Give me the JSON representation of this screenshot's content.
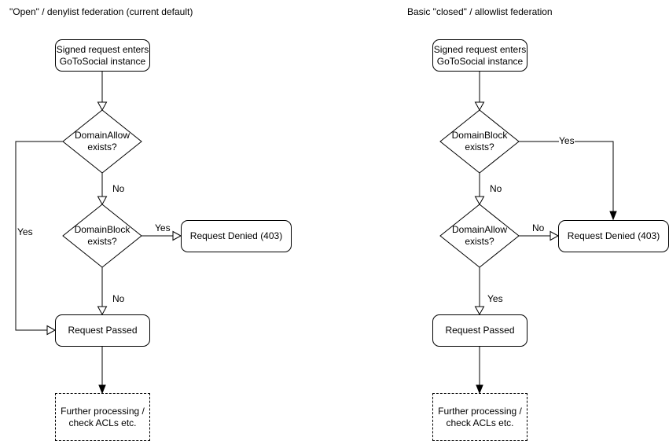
{
  "left": {
    "title": "\"Open\" / denylist federation (current default)",
    "nodes": {
      "start": "Signed request enters\nGoToSocial instance",
      "domain_allow": "DomainAllow\nexists?",
      "domain_block": "DomainBlock\nexists?",
      "denied": "Request Denied (403)",
      "passed": "Request Passed",
      "further": "Further processing /\ncheck ACLs etc."
    },
    "labels": {
      "allow_no": "No",
      "allow_yes": "Yes",
      "block_yes": "Yes",
      "block_no": "No"
    }
  },
  "right": {
    "title": "Basic \"closed\" / allowlist federation",
    "nodes": {
      "start": "Signed request enters\nGoToSocial instance",
      "domain_block": "DomainBlock\nexists?",
      "domain_allow": "DomainAllow\nexists?",
      "denied": "Request Denied (403)",
      "passed": "Request Passed",
      "further": "Further processing /\ncheck ACLs etc."
    },
    "labels": {
      "block_yes": "Yes",
      "block_no": "No",
      "allow_no": "No",
      "allow_yes": "Yes"
    }
  },
  "colors": {
    "stroke": "#000000",
    "fill": "#ffffff",
    "text": "#000000"
  }
}
